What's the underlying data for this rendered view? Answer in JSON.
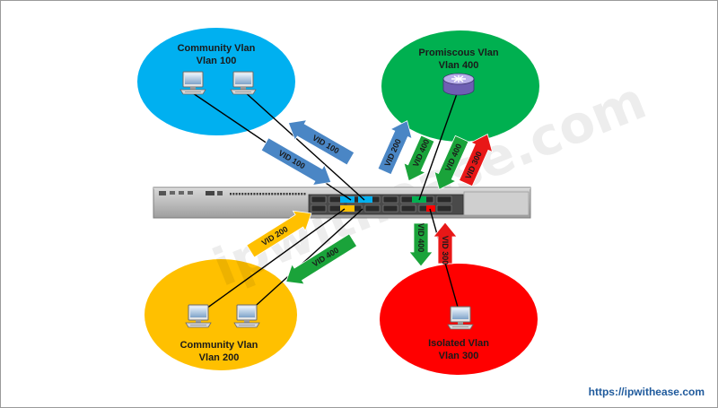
{
  "groups": {
    "community_100": {
      "name": "Community Vlan",
      "vlan": "Vlan 100",
      "color": "#00b0f0"
    },
    "promiscuous_400": {
      "name": "Promiscous Vlan",
      "vlan": "Vlan 400",
      "color": "#00b050"
    },
    "community_200": {
      "name": "Community Vlan",
      "vlan": "Vlan 200",
      "color": "#ffc000"
    },
    "isolated_300": {
      "name": "Isolated Vlan",
      "vlan": "Vlan 300",
      "color": "#ff0000"
    }
  },
  "arrows": {
    "vid100_in": "VID 100",
    "vid100_out": "VID 100",
    "vid200_in": "VID 200",
    "vid400_out_left": "VID 400",
    "vid200_up": "VID 200",
    "vid400_down1": "VID 400",
    "vid400_down2": "VID 400",
    "vid300_up": "VID 300",
    "vid400_bottom": "VID 400",
    "vid300_bottom": "VID 300"
  },
  "icons": {
    "pc": "computer-icon",
    "router": "router-icon",
    "switch": "switch-icon"
  },
  "colors": {
    "blue_arrow": "#4a86c5",
    "yellow_arrow": "#ffc000",
    "green_arrow": "#1aa33a",
    "red_arrow": "#e81717"
  },
  "watermark": "ipwithease.com",
  "footer_url": "https://ipwithease.com"
}
